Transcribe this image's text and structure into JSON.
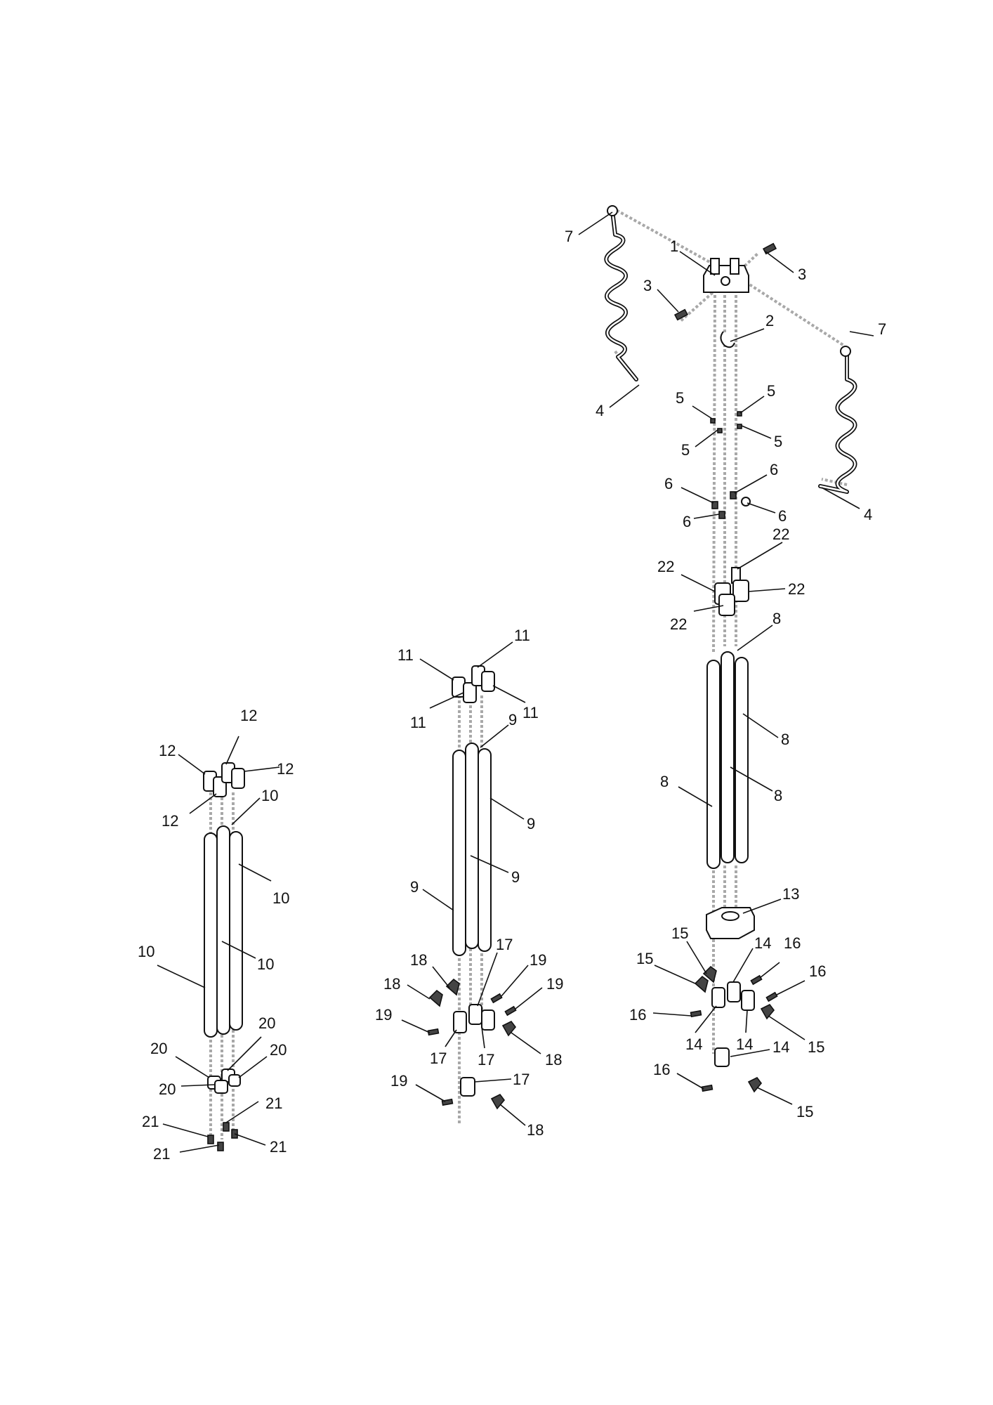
{
  "callouts": {
    "c1": "1",
    "c2": "2",
    "c3a": "3",
    "c3b": "3",
    "c4a": "4",
    "c4b": "4",
    "c5a": "5",
    "c5b": "5",
    "c5c": "5",
    "c5d": "5",
    "c6a": "6",
    "c6b": "6",
    "c6c": "6",
    "c6d": "6",
    "c7a": "7",
    "c7b": "7",
    "c8a": "8",
    "c8b": "8",
    "c8c": "8",
    "c8d": "8",
    "c9a": "9",
    "c9b": "9",
    "c9c": "9",
    "c9d": "9",
    "c10a": "10",
    "c10b": "10",
    "c10c": "10",
    "c10d": "10",
    "c11a": "11",
    "c11b": "11",
    "c11c": "11",
    "c11d": "11",
    "c12a": "12",
    "c12b": "12",
    "c12c": "12",
    "c12d": "12",
    "c13": "13",
    "c14a": "14",
    "c14b": "14",
    "c14c": "14",
    "c14d": "14",
    "c15a": "15",
    "c15b": "15",
    "c15c": "15",
    "c15d": "15",
    "c16a": "16",
    "c16b": "16",
    "c16c": "16",
    "c16d": "16",
    "c17a": "17",
    "c17b": "17",
    "c17c": "17",
    "c17d": "17",
    "c18a": "18",
    "c18b": "18",
    "c18c": "18",
    "c18d": "18",
    "c19a": "19",
    "c19b": "19",
    "c19c": "19",
    "c19d": "19",
    "c20a": "20",
    "c20b": "20",
    "c20c": "20",
    "c20d": "20",
    "c21a": "21",
    "c21b": "21",
    "c21c": "21",
    "c21d": "21",
    "c22a": "22",
    "c22b": "22",
    "c22c": "22",
    "c22d": "22"
  }
}
